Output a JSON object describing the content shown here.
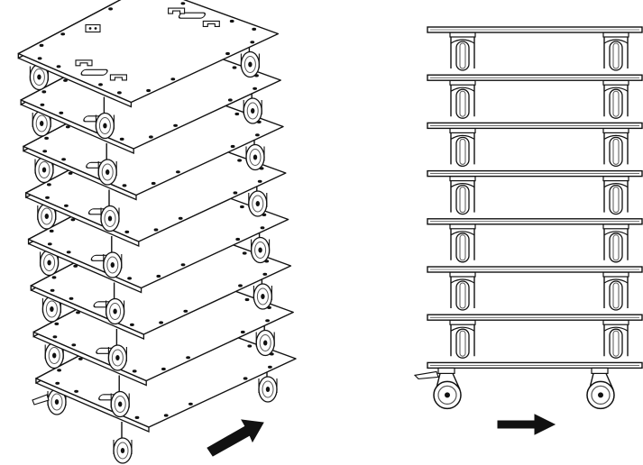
{
  "figure": {
    "panels": [
      {
        "id": "perspective-view",
        "stack_count": 8,
        "arrow_direction": "diagonal-up-right"
      },
      {
        "id": "side-view",
        "stack_count": 8,
        "arrow_direction": "right"
      }
    ],
    "colors": {
      "line": "#111111",
      "fill": "#ffffff",
      "wheel_tread": "#555555",
      "arrow": "#111111"
    }
  }
}
